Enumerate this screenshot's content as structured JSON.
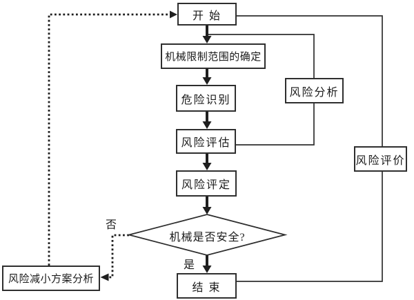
{
  "diagram": {
    "title": "machine-safety-risk-assessment-flowchart",
    "nodes": {
      "start": {
        "label": "开 始",
        "shape": "rect"
      },
      "limits": {
        "label": "机械限制范围的确定",
        "shape": "rect"
      },
      "hazard": {
        "label": "危险识别",
        "shape": "rect"
      },
      "assessment": {
        "label": "风险评估",
        "shape": "rect"
      },
      "rating": {
        "label": "风险评定",
        "shape": "rect"
      },
      "decision": {
        "label": "机械是否安全?",
        "shape": "diamond"
      },
      "end": {
        "label": "结 束",
        "shape": "rect"
      },
      "analysis": {
        "label": "风险分析",
        "shape": "rect"
      },
      "evaluation": {
        "label": "风险评价",
        "shape": "rect"
      },
      "reduction": {
        "label": "风险减小方案分析",
        "shape": "rect"
      }
    },
    "edges": [
      {
        "from": "start",
        "to": "limits",
        "style": "solid-arrow"
      },
      {
        "from": "limits",
        "to": "hazard",
        "style": "solid-arrow"
      },
      {
        "from": "hazard",
        "to": "assessment",
        "style": "solid-arrow"
      },
      {
        "from": "assessment",
        "to": "rating",
        "style": "solid-arrow"
      },
      {
        "from": "rating",
        "to": "decision",
        "style": "solid-arrow"
      },
      {
        "from": "decision",
        "to": "end",
        "style": "solid-arrow",
        "label": "是"
      },
      {
        "from": "decision",
        "to": "reduction",
        "style": "dotted-arrow",
        "label": "否"
      },
      {
        "from": "reduction",
        "to": "start",
        "style": "dotted-arrow"
      },
      {
        "from": "start-limits-connector",
        "to": "assessment",
        "via": "analysis",
        "style": "thin-bracket"
      },
      {
        "from": "start",
        "to": "end",
        "via": "evaluation",
        "style": "thin-bracket"
      }
    ],
    "labels": {
      "no": "否",
      "yes": "是"
    },
    "colors": {
      "background": "#ffffff",
      "line": "#1f1f1f",
      "thin_line": "#2e2e2e",
      "box_border": "#2e2e2e",
      "text": "#1a1a1a"
    },
    "watermark_glyph": ""
  }
}
